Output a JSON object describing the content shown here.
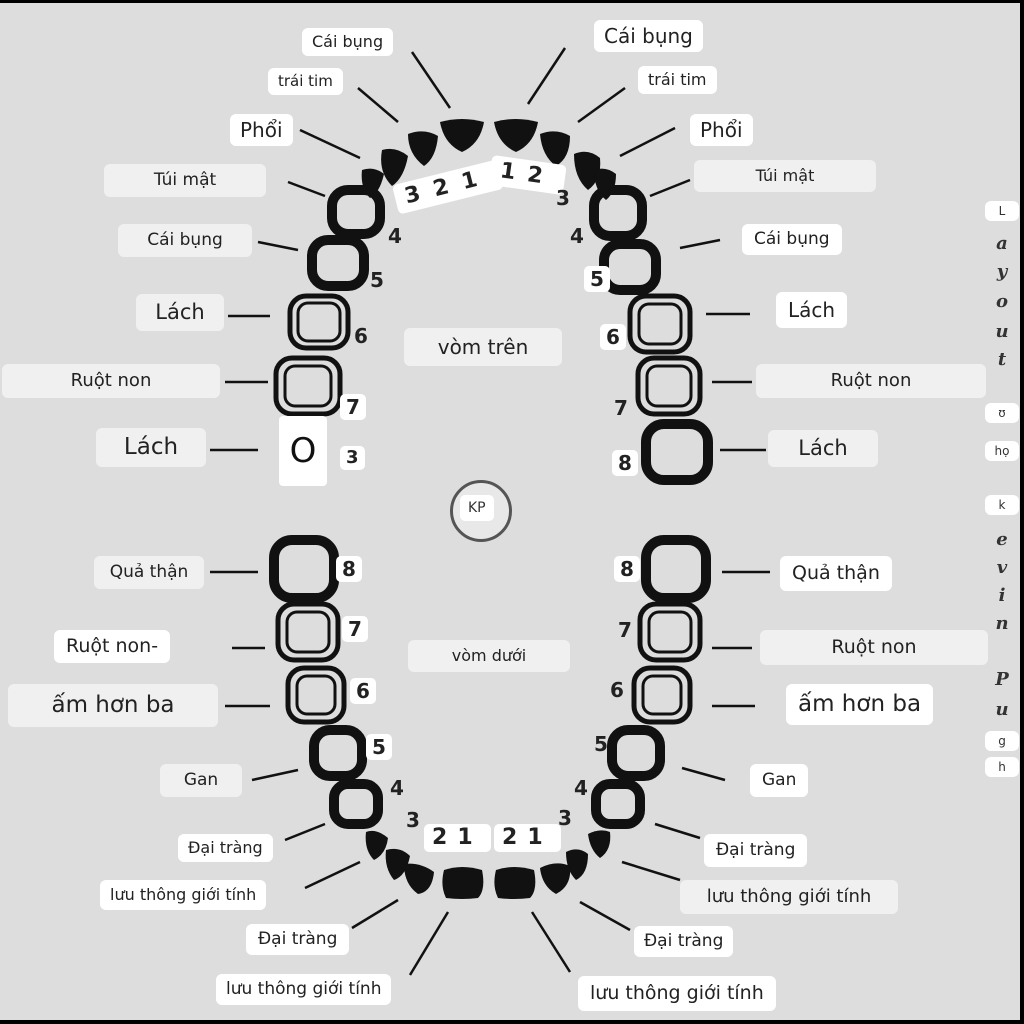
{
  "upper_left": {
    "cai_bung_top": "Cái bụng",
    "trai_tim": "trái tim",
    "phoi": "Phổi",
    "tui_mat": "Túi mật",
    "cai_bung": "Cái bụng",
    "lach": "Lách",
    "ruot_non": "Ruột non",
    "lach_2": "Lách"
  },
  "upper_right": {
    "cai_bung_top": "Cái bụng",
    "trai_tim": "trái tim",
    "phoi": "Phổi",
    "tui_mat": "Túi mật",
    "cai_bung": "Cái bụng",
    "lach": "Lách",
    "ruot_non": "Ruột non",
    "lach_2": "Lách"
  },
  "lower_left": {
    "qua_than": "Quả thận",
    "ruot_non": "Ruột non-",
    "am_hon_ba": "ấm hơn ba",
    "gan": "Gan",
    "dai_trang": "Đại tràng",
    "luu_thong_1": "lưu thông giới tính",
    "dai_trang_2": "Đại tràng",
    "luu_thong_2": "lưu thông giới tính"
  },
  "lower_right": {
    "qua_than": "Quả thận",
    "ruot_non": "Ruột non",
    "am_hon_ba": "ấm hơn ba",
    "gan": "Gan",
    "dai_trang": "Đại tràng",
    "luu_thong_1": "lưu thông giới tính",
    "dai_trang_2": "Đại tràng",
    "luu_thong_2": "lưu thông giới tính"
  },
  "center": {
    "vom_tren": "vòm trên",
    "vom_duoi": "vòm dưới",
    "kp": "KP",
    "big_o": "O",
    "partial_8": "3"
  },
  "tooth_numbers": {
    "upper_left": [
      "3",
      "2",
      "1",
      "4",
      "5",
      "6",
      "7"
    ],
    "upper_right": [
      "1",
      "2",
      "3",
      "4",
      "5",
      "6",
      "7",
      "8"
    ],
    "lower_left": [
      "8",
      "7",
      "6",
      "5",
      "4",
      "3",
      "2",
      "1"
    ],
    "lower_right": [
      "8",
      "7",
      "6",
      "5",
      "4",
      "3",
      "2",
      "1"
    ]
  },
  "side_strip": {
    "chars": [
      "L",
      "a",
      "y",
      "o",
      "u",
      "t",
      "ʊ",
      "họ",
      "k",
      "e",
      "v",
      "i",
      "n",
      "P",
      "u",
      "g",
      "h"
    ]
  }
}
